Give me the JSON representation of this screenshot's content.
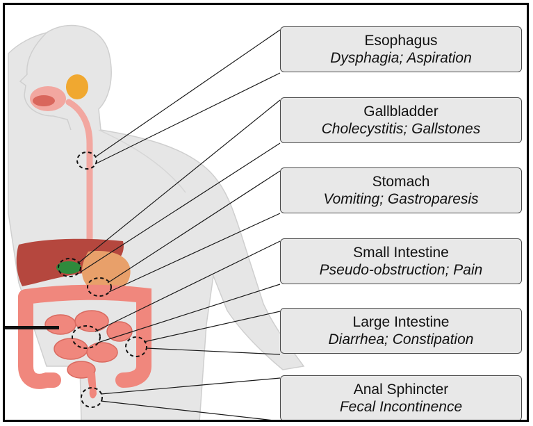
{
  "diagram": {
    "callouts": [
      {
        "organ": "Esophagus",
        "symptoms": "Dysphagia; Aspiration"
      },
      {
        "organ": "Gallbladder",
        "symptoms": "Cholecystitis; Gallstones"
      },
      {
        "organ": "Stomach",
        "symptoms": "Vomiting; Gastroparesis"
      },
      {
        "organ": "Small Intestine",
        "symptoms": "Pseudo-obstruction; Pain"
      },
      {
        "organ": "Large Intestine",
        "symptoms": "Diarrhea; Constipation"
      },
      {
        "organ": "Anal Sphincter",
        "symptoms": "Fecal Incontinence"
      }
    ],
    "colors": {
      "body": "#e6e6e6",
      "body_outline": "#cfcfcf",
      "esophagus": "#f2a7a0",
      "liver": "#b5473e",
      "gallbladder": "#2f8a3c",
      "stomach": "#e8a06a",
      "intestine": "#f0877d",
      "leader_line": "#1a1a1a"
    }
  }
}
